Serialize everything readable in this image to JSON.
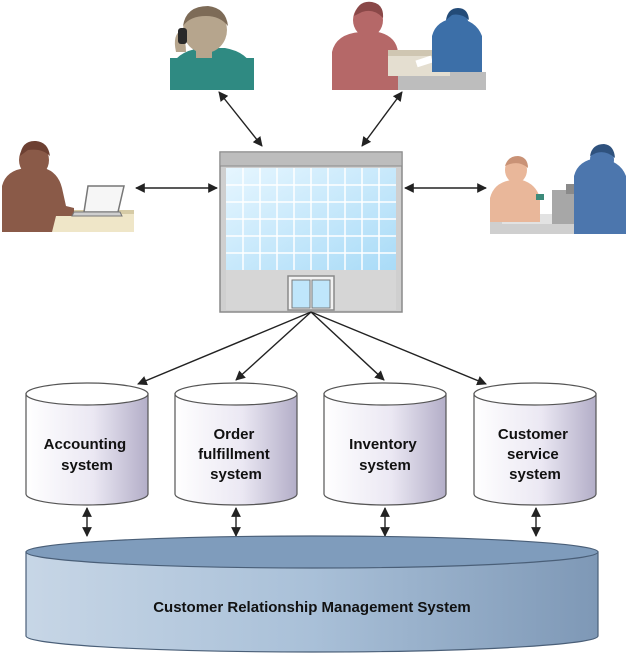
{
  "systems": [
    {
      "id": "accounting",
      "lines": [
        "Accounting",
        "system"
      ]
    },
    {
      "id": "order-fulfillment",
      "lines": [
        "Order",
        "fulfillment",
        "system"
      ]
    },
    {
      "id": "inventory",
      "lines": [
        "Inventory",
        "system"
      ]
    },
    {
      "id": "customer-service",
      "lines": [
        "Customer",
        "service",
        "system"
      ]
    }
  ],
  "crm": {
    "label": "Customer Relationship Management System"
  },
  "people_icons": [
    "person-on-phone-icon",
    "shipping-clerk-with-package-icon",
    "person-at-laptop-icon",
    "cashier-and-shopper-icon"
  ],
  "central_icon": "office-building-icon",
  "colors": {
    "building_glass": "#bfe6fb",
    "cylinder_fill": "#e9e6f1",
    "crm_fill": "#a3bcd4",
    "arrow": "#222222"
  }
}
